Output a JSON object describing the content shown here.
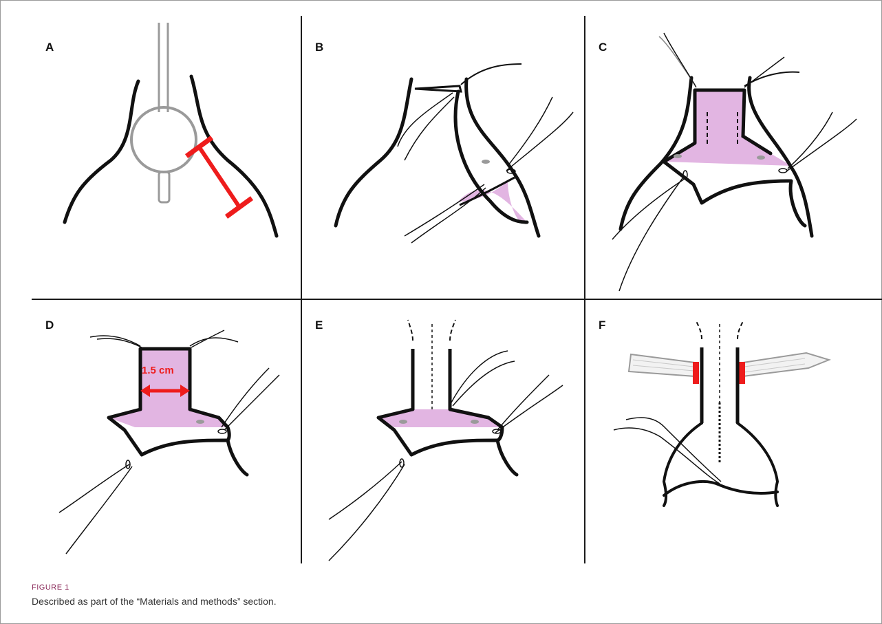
{
  "figure": {
    "label": "FIGURE 1",
    "caption": "Described as part of the “Materials and methods” section."
  },
  "panels": [
    {
      "label": "A"
    },
    {
      "label": "B"
    },
    {
      "label": "C"
    },
    {
      "label": "D",
      "annotation": "1.5 cm"
    },
    {
      "label": "E"
    },
    {
      "label": "F"
    }
  ],
  "colors": {
    "tissue_fill": "#e2b5e2",
    "marker_red": "#ee1c1c",
    "line": "#111111",
    "instrument_gray": "#9a9a9a"
  }
}
